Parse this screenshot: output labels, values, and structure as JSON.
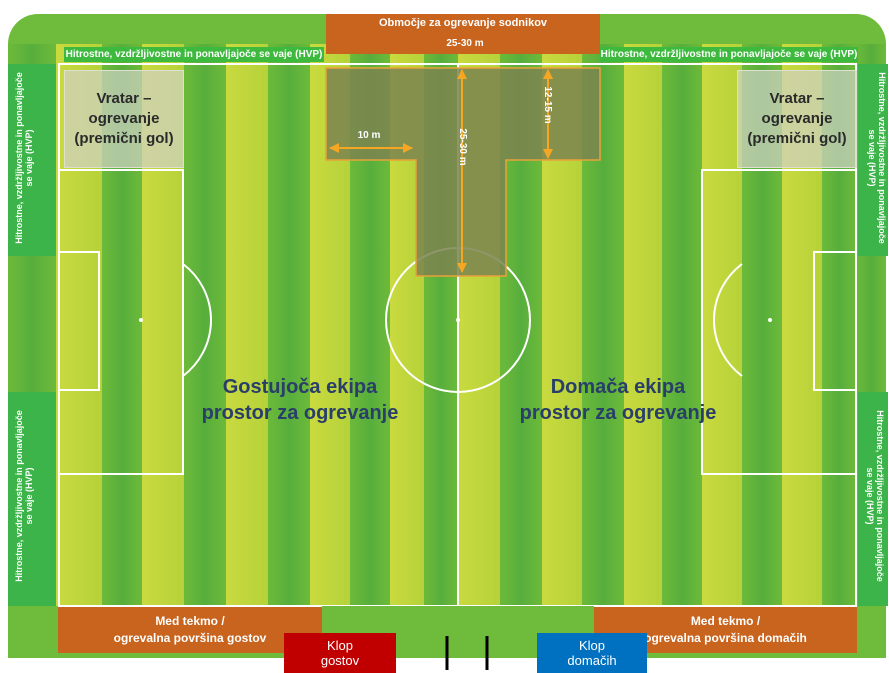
{
  "colors": {
    "grass_light": "#c8d93c",
    "grass_dark": "#5fb43c",
    "surround": "#42b54b",
    "orange": "#c8641e",
    "zone": "#7b8450",
    "bench_away": "#c00000",
    "bench_home": "#0070c0",
    "team_text": "#2a3e6a"
  },
  "referee_zone": {
    "title": "Območje za ogrevanje sodnikov",
    "width_label": "25-30 m",
    "depth_label": "25-30 m",
    "side_width_label": "10 m",
    "side_depth_label": "12-15 m"
  },
  "hvp": {
    "top_left": "Hitrostne, vzdržljivostne in ponavljajoče se vaje (HVP)",
    "top_right": "Hitrostne, vzdržljivostne in ponavljajoče se vaje (HVP)",
    "side_left_top": "Hitrostne, vzdržljivostne in ponavljajoče\nse vaje (HVP)",
    "side_left_bottom": "Hitrostne, vzdržljivostne in ponavljajoče\nse vaje (HVP)",
    "side_right_top": "Hitrostne, vzdržljivostne in ponavljajoče\nse vaje (HVP)",
    "side_right_bottom": "Hitrostne, vzdržljivostne in ponavljajoče\nse vaje (HVP)"
  },
  "goalkeeper": {
    "left": "Vratar –\nogrevanje\n(premični gol)",
    "right": "Vratar –\nogrevanje\n(premični gol)"
  },
  "teams": {
    "away": "Gostujoča ekipa\nprostor za ogrevanje",
    "home": "Domača ekipa\nprostor za ogrevanje"
  },
  "bottom": {
    "away_area": "Med tekmo /\nogrevalna površina gostov",
    "home_area": "Med tekmo /\nogrevalna površina domačih"
  },
  "benches": {
    "away": "Klop\ngostov",
    "home": "Klop\ndomačih"
  }
}
